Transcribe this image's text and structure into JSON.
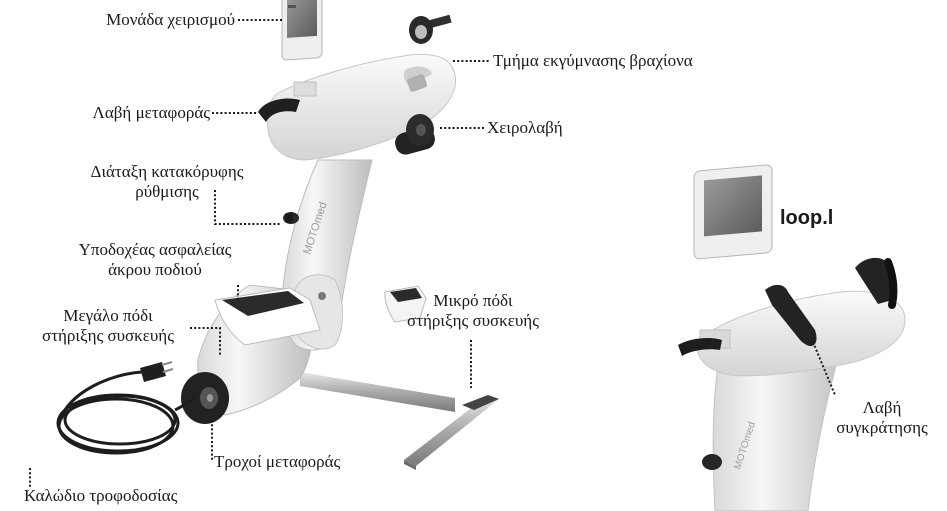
{
  "labels": {
    "control_unit": "Μονάδα χειρισμού",
    "arm_training": "Τμήμα εκγύμνασης βραχίονα",
    "carry_handle": "Λαβή μεταφοράς",
    "hand_grip": "Χειρολαβή",
    "height_adjust_line1": "Διάταξη κατακόρυφης",
    "height_adjust_line2": "ρύθμισης",
    "toe_guard_line1": "Υποδοχέας ασφαλείας",
    "toe_guard_line2": "άκρου ποδιού",
    "small_foot_line1": "Μικρό πόδι",
    "small_foot_line2": "στήριξης συσκευής",
    "large_foot_line1": "Μεγάλο πόδι",
    "large_foot_line2": "στήριξης συσκευής",
    "wheels": "Τροχοί μεταφοράς",
    "power_cable": "Καλώδιο τροφοδοσίας",
    "hold_handle_line1": "Λαβή",
    "hold_handle_line2": "συγκράτησης"
  },
  "model_name": "loop.l",
  "device_brand_mark": "MOTOmed"
}
